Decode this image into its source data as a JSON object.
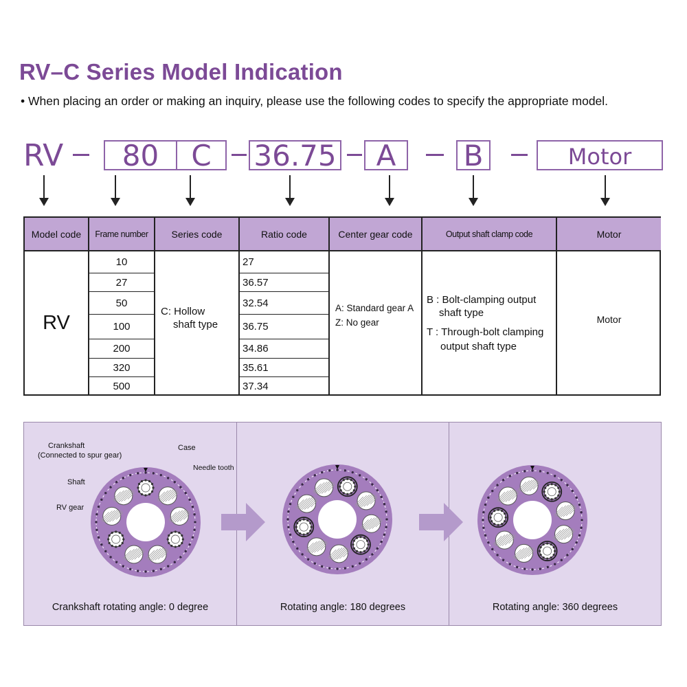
{
  "page": {
    "title": "RV–C Series Model Indication",
    "subtitle": "• When placing an order or making an inquiry, please use the following codes to specify the appropriate model."
  },
  "model_code": {
    "prefix": "RV",
    "frame": "80",
    "series": "C",
    "ratio": "36.75",
    "center_gear": "A",
    "clamp": "B",
    "motor": "Motor"
  },
  "table": {
    "headers": [
      "Model code",
      "Frame number",
      "Series code",
      "Ratio code",
      "Center gear code",
      "Output shaft clamp code",
      "Motor"
    ],
    "model_code": "RV",
    "frame_numbers": [
      "10",
      "27",
      "50",
      "100",
      "200",
      "320",
      "500"
    ],
    "series_line1": "C: Hollow",
    "series_line2": "shaft type",
    "ratio_codes": [
      "27",
      "36.57",
      "32.54",
      "36.75",
      "34.86",
      "35.61",
      "37.34"
    ],
    "center_gear_a": "A: Standard gear A",
    "center_gear_z": "Z: No gear",
    "clamp_b1": "B : Bolt-clamping output",
    "clamp_b2": "shaft type",
    "clamp_t1": "T : Through-bolt clamping",
    "clamp_t2": "output shaft type",
    "motor": "Motor"
  },
  "diagrams": {
    "labels": {
      "crankshaft": "Crankshaft",
      "crankshaft_note": "(Connected to spur gear)",
      "case": "Case",
      "needle_tooth": "Needle tooth",
      "shaft": "Shaft",
      "rv_gear": "RV gear"
    },
    "captions": [
      "Crankshaft rotating angle: 0 degree",
      "Rotating angle: 180 degrees",
      "Rotating angle: 360 degrees"
    ]
  },
  "colors": {
    "accent": "#7c4a96",
    "header_bg": "#c1a6d4",
    "panel_bg": "#e2d7ed",
    "gear_fill": "#a47dbd",
    "arrow_fill": "#b49acb"
  }
}
